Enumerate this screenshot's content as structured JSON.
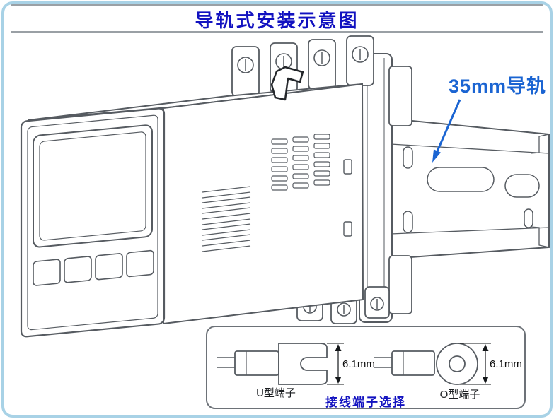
{
  "page": {
    "title": "导轨式安装示意图"
  },
  "rail": {
    "label": "35mm导轨"
  },
  "terminals": {
    "caption": "接线端子选择",
    "u": {
      "label": "U型端子",
      "dimension": "6.1mm"
    },
    "o": {
      "label": "O型端子",
      "dimension": "6.1mm"
    }
  },
  "colors": {
    "border": "#a8d2e6",
    "title_blue": "#1212c0",
    "rail_blue": "#1a64d2",
    "line": "#565b61"
  }
}
